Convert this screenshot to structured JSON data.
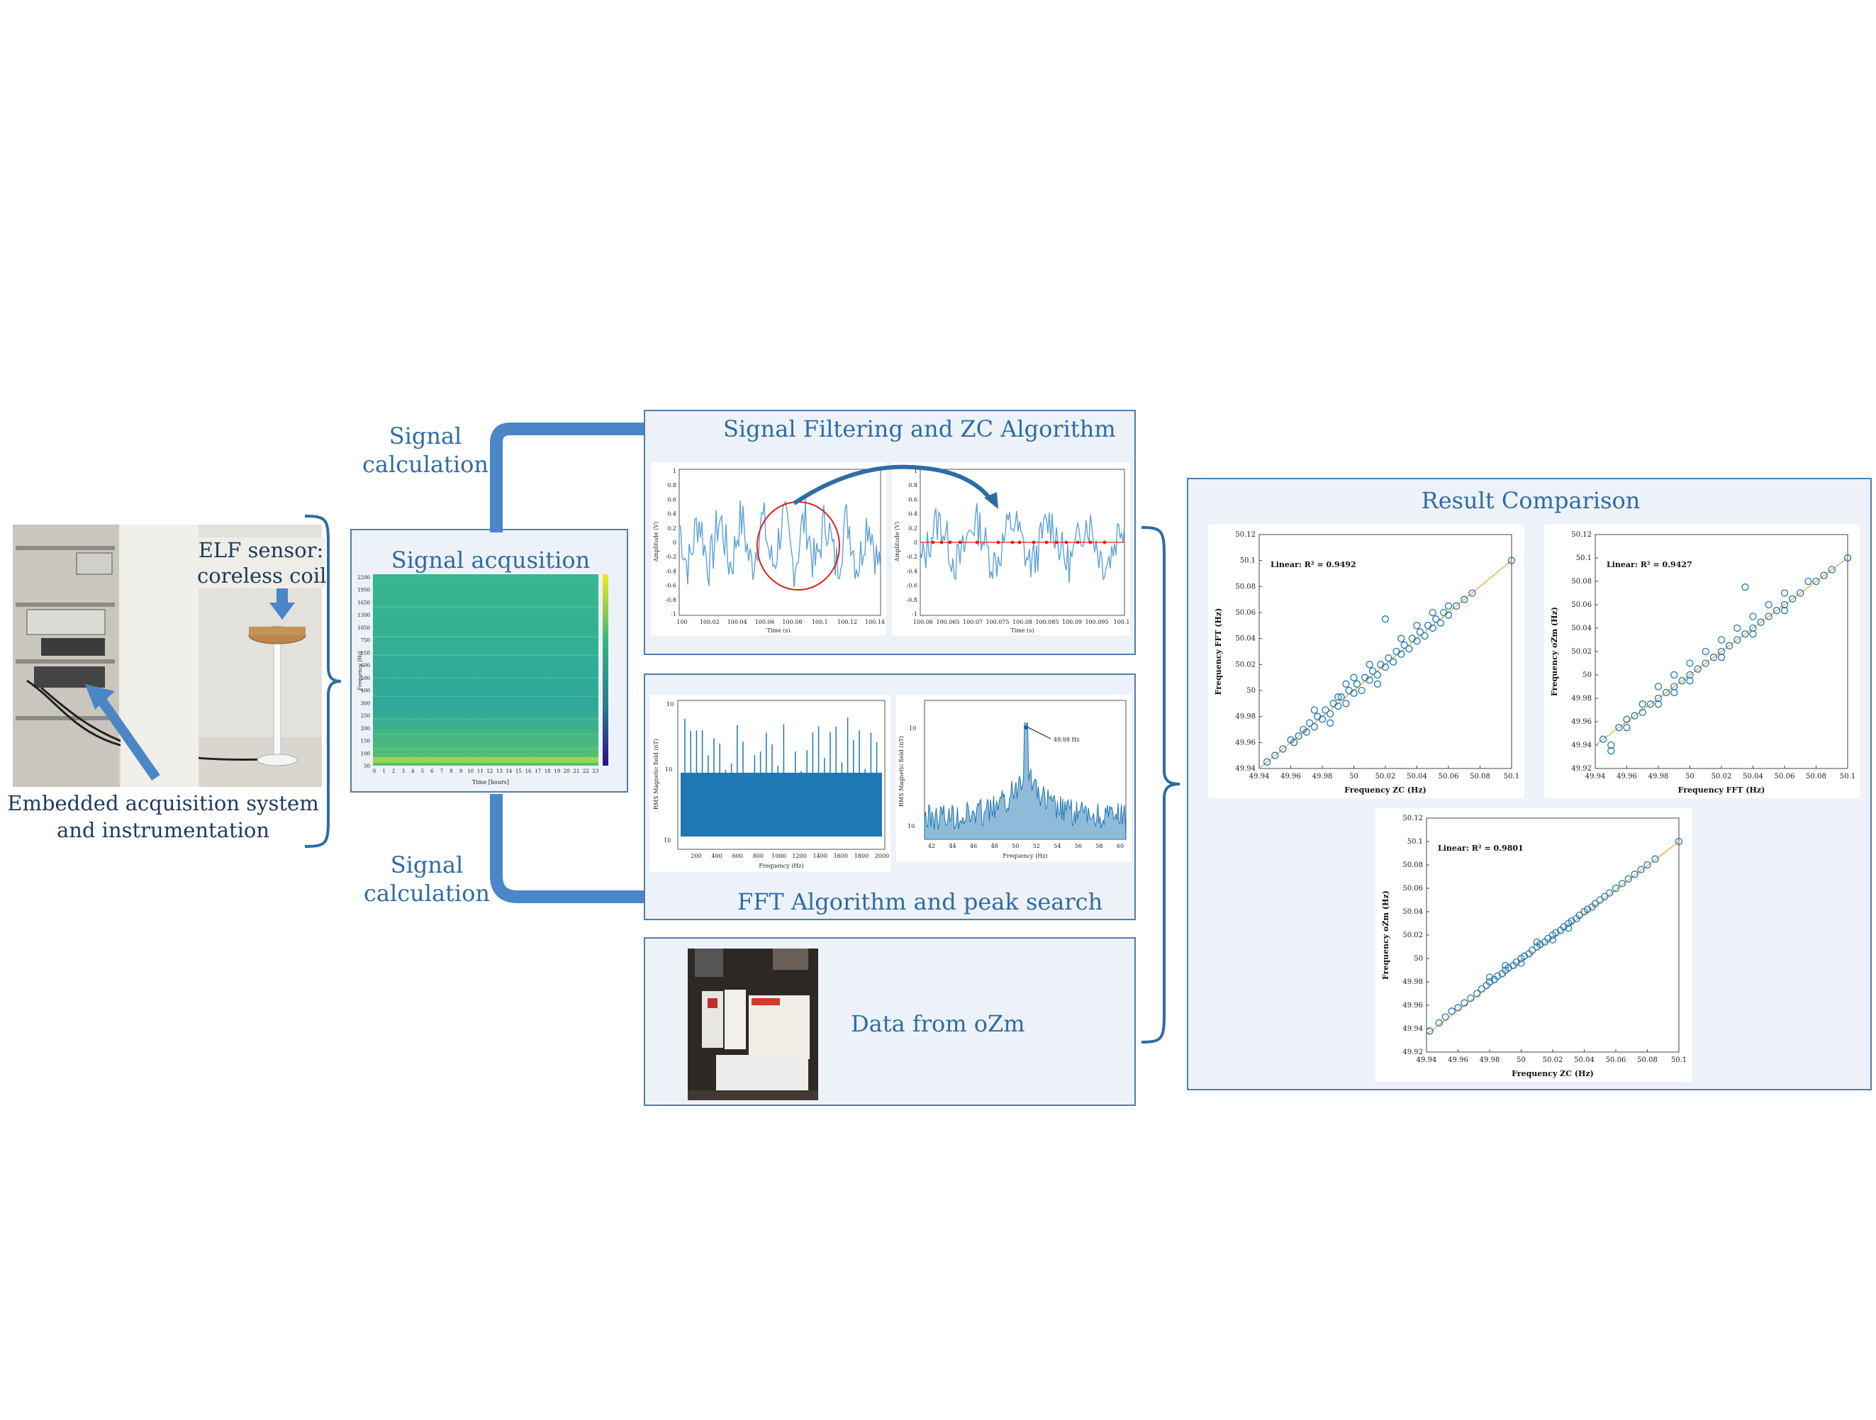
{
  "colors": {
    "accent": "#2e6ca4",
    "arrow": "#4a86c8",
    "panel_bg": "#edf2f8",
    "panel_border": "#4f7fae",
    "scatter": "#1f77b4",
    "fit_line": "#f0a030"
  },
  "left": {
    "sensor_label_1": "ELF sensor:",
    "sensor_label_2": "coreless coil",
    "system_label_1": "Embedded acquisition system",
    "system_label_2": "and instrumentation"
  },
  "flow": {
    "top_calc_1": "Signal",
    "top_calc_2": "calculation",
    "bottom_calc_1": "Signal",
    "bottom_calc_2": "calculation"
  },
  "acquisition": {
    "title": "Signal acqusition",
    "y_ticks": [
      "2200",
      "1950",
      "1650",
      "1300",
      "1050",
      "750",
      "650",
      "600",
      "500",
      "400",
      "300",
      "250",
      "200",
      "150",
      "100",
      "50"
    ],
    "x_ticks": [
      "0",
      "1",
      "2",
      "3",
      "4",
      "5",
      "6",
      "7",
      "8",
      "9",
      "10",
      "11",
      "12",
      "13",
      "14",
      "15",
      "16",
      "17",
      "18",
      "19",
      "20",
      "21",
      "22",
      "23"
    ],
    "xlabel": "Time [hours]",
    "ylabel": "Frequency [Hz]"
  },
  "zc_panel": {
    "title": "Signal Filtering and  ZC Algorithm",
    "left_xlabel": "Time (s)",
    "left_ylabel": "Amplitude (V)",
    "left_x_ticks": [
      "100",
      "100.02",
      "100.04",
      "100.06",
      "100.08",
      "100.1",
      "100.12",
      "100.14"
    ],
    "right_xlabel": "Time (s)",
    "right_ylabel": "Amplitude (V)",
    "right_x_ticks": [
      "100.06",
      "100.065",
      "100.07",
      "100.075",
      "100.08",
      "100.085",
      "100.09",
      "100.095",
      "100.1"
    ],
    "y_ticks": [
      "1",
      "0.8",
      "0.6",
      "0.4",
      "0.2",
      "0",
      "-0.2",
      "-0.4",
      "-0.6",
      "-0.8",
      "-1"
    ]
  },
  "fft_panel": {
    "title": "FFT Algorithm  and peak search",
    "left_xlabel": "Frequency (Hz)",
    "left_ylabel": "RMS Magnetic field (nT)",
    "left_x_ticks": [
      "200",
      "400",
      "600",
      "800",
      "1000",
      "1200",
      "1400",
      "1600",
      "1800",
      "2000"
    ],
    "right_xlabel": "Frequency (Hz)",
    "right_ylabel": "RMS Magnetic field (nT)",
    "right_x_ticks": [
      "42",
      "44",
      "46",
      "48",
      "50",
      "52",
      "54",
      "56",
      "58",
      "60"
    ],
    "peak_label": "49.98 Hz"
  },
  "ozm_panel": {
    "label": "Data from oZm"
  },
  "result": {
    "title": "Result Comparison"
  },
  "chart_data": [
    {
      "type": "scatter",
      "title": "",
      "xlabel": "Frequency ZC (Hz)",
      "ylabel": "Frequency FFT (Hz)",
      "annotation": "Linear: R² = 0.9492",
      "xlim": [
        49.94,
        50.1
      ],
      "ylim": [
        49.94,
        50.12
      ],
      "x_ticks": [
        "49.94",
        "49.96",
        "49.98",
        "50",
        "50.02",
        "50.04",
        "50.06",
        "50.08",
        "50.1"
      ],
      "y_ticks": [
        "49.94",
        "49.96",
        "49.98",
        "50",
        "50.02",
        "50.04",
        "50.06",
        "50.08",
        "50.1",
        "50.12"
      ],
      "fit": {
        "x": [
          49.94,
          50.1
        ],
        "y": [
          49.94,
          50.1
        ]
      },
      "x": [
        49.945,
        49.95,
        49.955,
        49.96,
        49.962,
        49.965,
        49.968,
        49.97,
        49.972,
        49.975,
        49.977,
        49.98,
        49.982,
        49.985,
        49.987,
        49.99,
        49.992,
        49.995,
        49.997,
        50,
        50.002,
        50.005,
        50.007,
        50.01,
        50.012,
        50.015,
        50.017,
        50.02,
        50.022,
        50.025,
        50.027,
        50.03,
        50.032,
        50.035,
        50.037,
        50.04,
        50.042,
        50.045,
        50.047,
        50.05,
        50.052,
        50.055,
        50.057,
        50.06,
        50.065,
        50.07,
        50.075,
        50.1,
        49.985,
        50.01,
        50.03,
        50.05,
        49.975,
        49.995,
        50.015,
        50.04,
        50.06,
        50.02,
        50.0,
        49.99
      ],
      "y": [
        49.945,
        49.95,
        49.955,
        49.962,
        49.96,
        49.965,
        49.97,
        49.968,
        49.975,
        49.972,
        49.98,
        49.978,
        49.985,
        49.982,
        49.99,
        49.988,
        49.995,
        49.99,
        50.0,
        49.998,
        50.005,
        50.0,
        50.01,
        50.008,
        50.015,
        50.012,
        50.02,
        50.018,
        50.025,
        50.022,
        50.03,
        50.028,
        50.035,
        50.032,
        50.04,
        50.038,
        50.045,
        50.042,
        50.05,
        50.048,
        50.055,
        50.052,
        50.06,
        50.058,
        50.065,
        50.07,
        50.075,
        50.1,
        49.975,
        50.02,
        50.04,
        50.06,
        49.985,
        50.005,
        50.005,
        50.05,
        50.065,
        50.055,
        50.01,
        49.995
      ]
    },
    {
      "type": "scatter",
      "title": "",
      "xlabel": "Frequency FFT (Hz)",
      "ylabel": "Frequency oZm (Hz)",
      "annotation": "Linear: R² = 0.9427",
      "xlim": [
        49.94,
        50.1
      ],
      "ylim": [
        49.92,
        50.12
      ],
      "x_ticks": [
        "49.94",
        "49.96",
        "49.98",
        "50",
        "50.02",
        "50.04",
        "50.06",
        "50.08",
        "50.1"
      ],
      "y_ticks": [
        "49.92",
        "49.94",
        "49.96",
        "49.98",
        "50",
        "50.02",
        "50.04",
        "50.06",
        "50.08",
        "50.1",
        "50.12"
      ],
      "fit": {
        "x": [
          49.94,
          50.1
        ],
        "y": [
          49.94,
          50.1
        ]
      },
      "x": [
        49.945,
        49.95,
        49.955,
        49.96,
        49.965,
        49.97,
        49.97,
        49.975,
        49.98,
        49.98,
        49.985,
        49.99,
        49.99,
        49.995,
        50,
        50,
        50.005,
        50.01,
        50.01,
        50.015,
        50.02,
        50.02,
        50.025,
        50.03,
        50.03,
        50.035,
        50.04,
        50.04,
        50.045,
        50.05,
        50.05,
        50.055,
        50.06,
        50.06,
        50.065,
        50.07,
        50.075,
        50.08,
        50.085,
        50.09,
        50.1,
        49.95,
        49.96,
        49.98,
        50.0,
        50.02,
        50.04,
        50.06,
        50.035,
        49.99
      ],
      "y": [
        49.945,
        49.94,
        49.955,
        49.962,
        49.965,
        49.968,
        49.975,
        49.975,
        49.98,
        49.99,
        49.985,
        49.99,
        50.0,
        49.995,
        50.0,
        50.01,
        50.005,
        50.01,
        50.02,
        50.015,
        50.02,
        50.03,
        50.025,
        50.03,
        50.04,
        50.035,
        50.04,
        50.05,
        50.045,
        50.05,
        50.06,
        50.055,
        50.06,
        50.07,
        50.065,
        50.07,
        50.08,
        50.08,
        50.085,
        50.09,
        50.1,
        49.935,
        49.955,
        49.975,
        49.995,
        50.015,
        50.035,
        50.055,
        50.075,
        49.985
      ]
    },
    {
      "type": "scatter",
      "title": "",
      "xlabel": "Frequency ZC (Hz)",
      "ylabel": "Frequency oZm (Hz)",
      "annotation": "Linear: R² = 0.9801",
      "xlim": [
        49.94,
        50.1
      ],
      "ylim": [
        49.92,
        50.12
      ],
      "x_ticks": [
        "49.94",
        "49.96",
        "49.98",
        "50",
        "50.02",
        "50.04",
        "50.06",
        "50.08",
        "50.1"
      ],
      "y_ticks": [
        "49.92",
        "49.94",
        "49.96",
        "49.98",
        "50",
        "50.02",
        "50.04",
        "50.06",
        "50.08",
        "50.1",
        "50.12"
      ],
      "fit": {
        "x": [
          49.94,
          50.1
        ],
        "y": [
          49.935,
          50.1
        ]
      },
      "x": [
        49.942,
        49.948,
        49.952,
        49.956,
        49.96,
        49.964,
        49.968,
        49.972,
        49.975,
        49.978,
        49.98,
        49.983,
        49.985,
        49.988,
        49.99,
        49.992,
        49.995,
        49.997,
        50,
        50.002,
        50.005,
        50.007,
        50.01,
        50.012,
        50.015,
        50.017,
        50.02,
        50.022,
        50.025,
        50.027,
        50.03,
        50.032,
        50.035,
        50.037,
        50.04,
        50.042,
        50.045,
        50.047,
        50.05,
        50.053,
        50.056,
        50.06,
        50.064,
        50.068,
        50.072,
        50.076,
        50.08,
        50.085,
        50.1,
        49.99,
        50.0,
        50.01,
        50.02,
        49.98,
        50.03
      ],
      "y": [
        49.938,
        49.945,
        49.95,
        49.955,
        49.958,
        49.962,
        49.966,
        49.97,
        49.974,
        49.977,
        49.98,
        49.982,
        49.985,
        49.987,
        49.99,
        49.992,
        49.994,
        49.997,
        50.0,
        50.002,
        50.004,
        50.007,
        50.01,
        50.012,
        50.014,
        50.017,
        50.02,
        50.022,
        50.024,
        50.027,
        50.03,
        50.032,
        50.034,
        50.037,
        50.04,
        50.042,
        50.044,
        50.047,
        50.05,
        50.053,
        50.056,
        50.06,
        50.064,
        50.068,
        50.072,
        50.076,
        50.08,
        50.085,
        50.1,
        49.994,
        49.996,
        50.014,
        50.016,
        49.984,
        50.026
      ]
    }
  ]
}
